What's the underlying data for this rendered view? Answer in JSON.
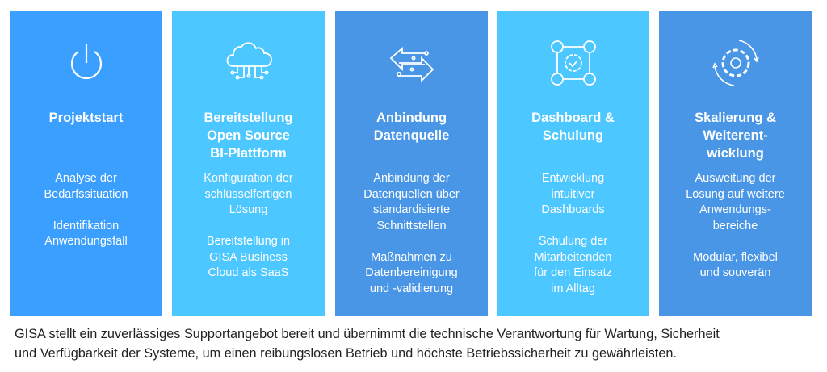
{
  "colors": {
    "blue": "#3a9fff",
    "light": "#4cc7ff",
    "mid": "#4a96e6"
  },
  "cards": [
    {
      "icon": "power-icon",
      "title": "Projektstart",
      "desc": [
        "Analyse der\nBedarfssituation",
        "Identifikation\nAnwendungsfall"
      ]
    },
    {
      "icon": "cloud-network-icon",
      "title": "Bereitstellung\nOpen Source\nBI-Plattform",
      "desc": [
        "Konfiguration der\nschlüsselfertigen\nLösung",
        "Bereitstellung in\nGISA Business\nCloud als SaaS"
      ]
    },
    {
      "icon": "data-exchange-arrows-icon",
      "title": "Anbindung\nDatenquelle",
      "desc": [
        "Anbindung der\nDatenquellen über\nstandardisierte\nSchnittstellen",
        "Maßnahmen zu\nDatenbereinigung\nund -validierung"
      ]
    },
    {
      "icon": "team-gear-icon",
      "title": "Dashboard &\nSchulung",
      "desc": [
        "Entwicklung\nintuitiver\nDashboards",
        "Schulung der\nMitarbeitenden\nfür den Einsatz\nim Alltag"
      ]
    },
    {
      "icon": "gear-cycle-icon",
      "title": "Skalierung &\nWeiterent-\nwicklung",
      "desc": [
        "Ausweitung der\nLösung auf weitere\nAnwendungs-\nbereiche",
        "Modular, flexibel\nund souverän"
      ]
    }
  ],
  "footer": [
    "GISA stellt ein zuverlässiges Supportangebot bereit und übernimmt die technische Verantwortung für Wartung, Sicherheit",
    "und Verfügbarkeit der Systeme, um einen reibungslosen Betrieb und höchste Betriebssicherheit zu gewährleisten."
  ]
}
